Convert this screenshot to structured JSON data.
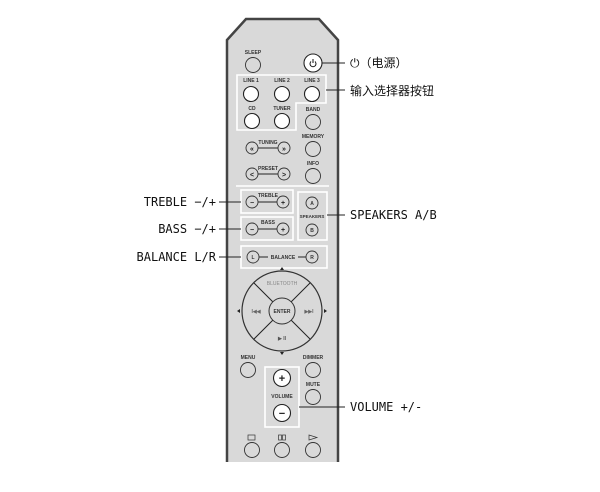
{
  "remote": {
    "sleep": "SLEEP",
    "line1": "LINE 1",
    "line2": "LINE 2",
    "line3": "LINE 3",
    "cd": "CD",
    "tuner": "TUNER",
    "band": "BAND",
    "tuning": "TUNING",
    "memory": "MEMORY",
    "preset": "PRESET",
    "info": "INFO",
    "treble": "TREBLE",
    "bass": "BASS",
    "speakers": "SPEAKERS",
    "speaker_a": "A",
    "speaker_b": "B",
    "balance": "BALANCE",
    "balance_l": "L",
    "balance_r": "R",
    "bluetooth": "BLUETOOTH",
    "enter": "ENTER",
    "prev": "I◀◀",
    "next": "▶▶I",
    "play_pause": "▶ II",
    "menu": "MENU",
    "dimmer": "DIMMER",
    "mute": "MUTE",
    "volume": "VOLUME",
    "plus": "+",
    "minus": "−",
    "rew": "«",
    "ffw": "»",
    "lt": "<",
    "gt": ">"
  },
  "callouts": {
    "power": "⏻（电源）",
    "input_selector": "输入选择器按钮",
    "treble": "TREBLE −/+",
    "bass": "BASS −/+",
    "balance": "BALANCE L/R",
    "speakers": "SPEAKERS A/B",
    "volume": "VOLUME +/-"
  },
  "colors": {
    "body": "#d9d9d9",
    "outline": "#444444"
  }
}
